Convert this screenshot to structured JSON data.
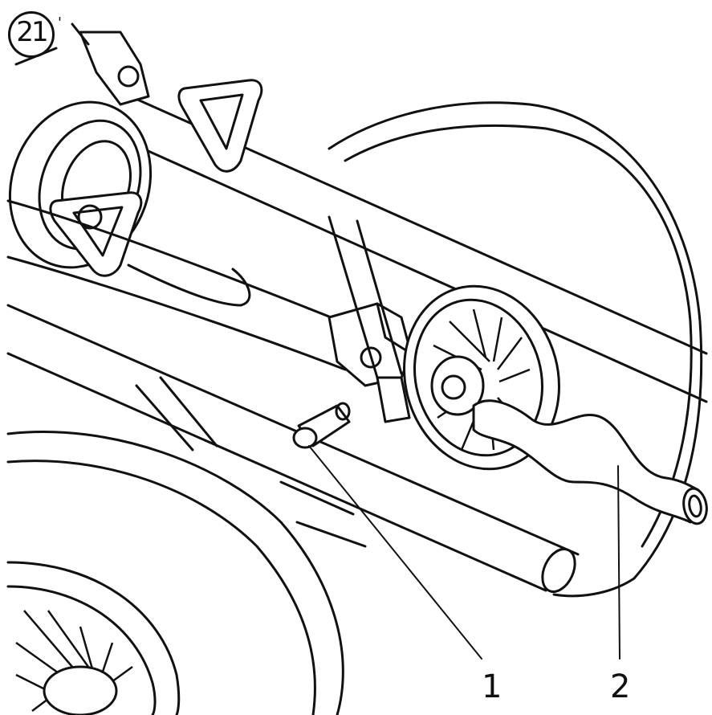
{
  "figure": {
    "step_number": "21",
    "callouts": {
      "callout_1": "1",
      "callout_2": "2"
    },
    "parts": {
      "part_1_icon": "fuel-hose-pipe-icon",
      "part_2_icon": "coolant-hose-icon"
    }
  }
}
